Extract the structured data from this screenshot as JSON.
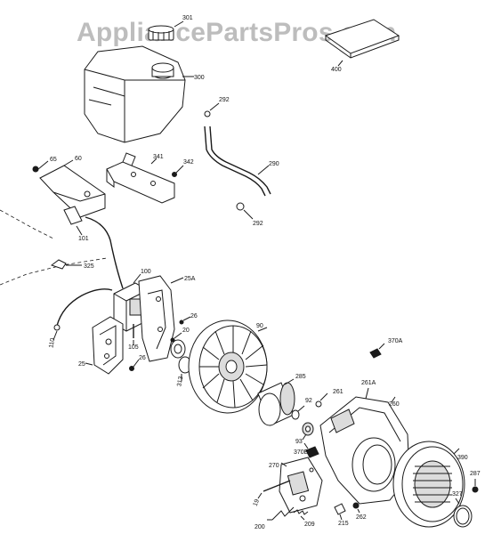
{
  "watermark": "AppliancePartsPros.com",
  "parts": {
    "p301": "301",
    "p300": "300",
    "p400": "400",
    "p292a": "292",
    "p290": "290",
    "p292b": "292",
    "p65": "65",
    "p60": "60",
    "p341": "341",
    "p342": "342",
    "p101": "101",
    "p325": "325",
    "p100": "100",
    "p25A": "25A",
    "p26a": "26",
    "p110": "110",
    "p105": "105",
    "p20": "20",
    "p25": "25",
    "p26b": "26",
    "p313": "313",
    "p90": "90",
    "p370A": "370A",
    "p285": "285",
    "p261A": "261A",
    "p92": "92",
    "p261": "261",
    "p260": "260",
    "p93": "93",
    "p370B": "370B",
    "p390": "390",
    "p270": "270",
    "p287": "287",
    "p19": "19",
    "p327": "327",
    "p200": "200",
    "p209": "209",
    "p215": "215",
    "p262": "262"
  }
}
